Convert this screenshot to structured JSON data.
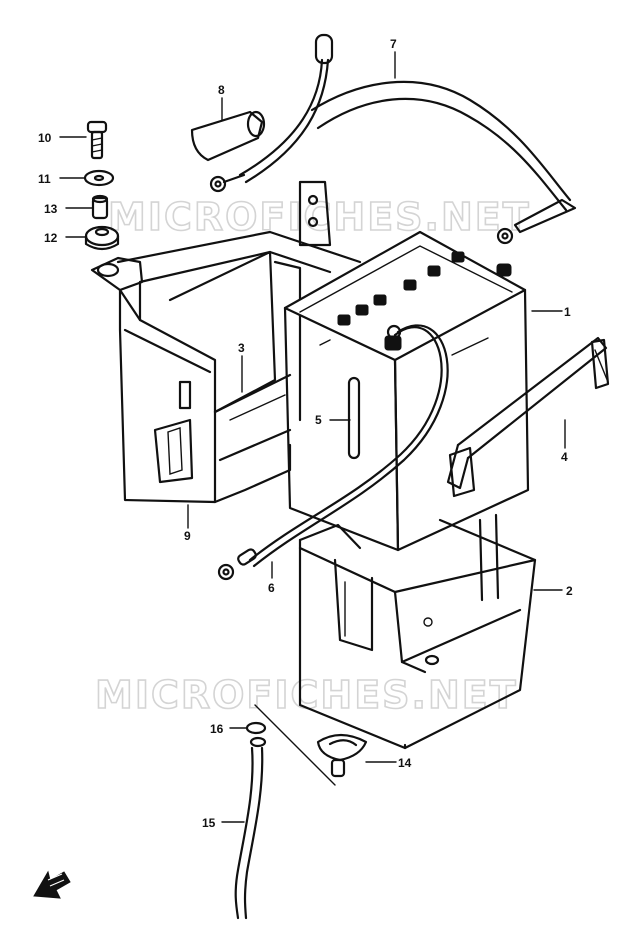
{
  "watermark": "MICROFICHES.NET",
  "callouts": [
    {
      "id": "1",
      "label": "1"
    },
    {
      "id": "2",
      "label": "2"
    },
    {
      "id": "3",
      "label": "3"
    },
    {
      "id": "4",
      "label": "4"
    },
    {
      "id": "5",
      "label": "5"
    },
    {
      "id": "6",
      "label": "6"
    },
    {
      "id": "7",
      "label": "7"
    },
    {
      "id": "8",
      "label": "8"
    },
    {
      "id": "9",
      "label": "9"
    },
    {
      "id": "10",
      "label": "10"
    },
    {
      "id": "11",
      "label": "11"
    },
    {
      "id": "12",
      "label": "12"
    },
    {
      "id": "13",
      "label": "13"
    },
    {
      "id": "14",
      "label": "14"
    },
    {
      "id": "15",
      "label": "15"
    },
    {
      "id": "16",
      "label": "16"
    }
  ],
  "icons": {
    "front_arrow": "front-direction-arrow-icon"
  },
  "colors": {
    "ink": "#111111",
    "watermark": "#d4d4d4",
    "background": "#ffffff"
  }
}
